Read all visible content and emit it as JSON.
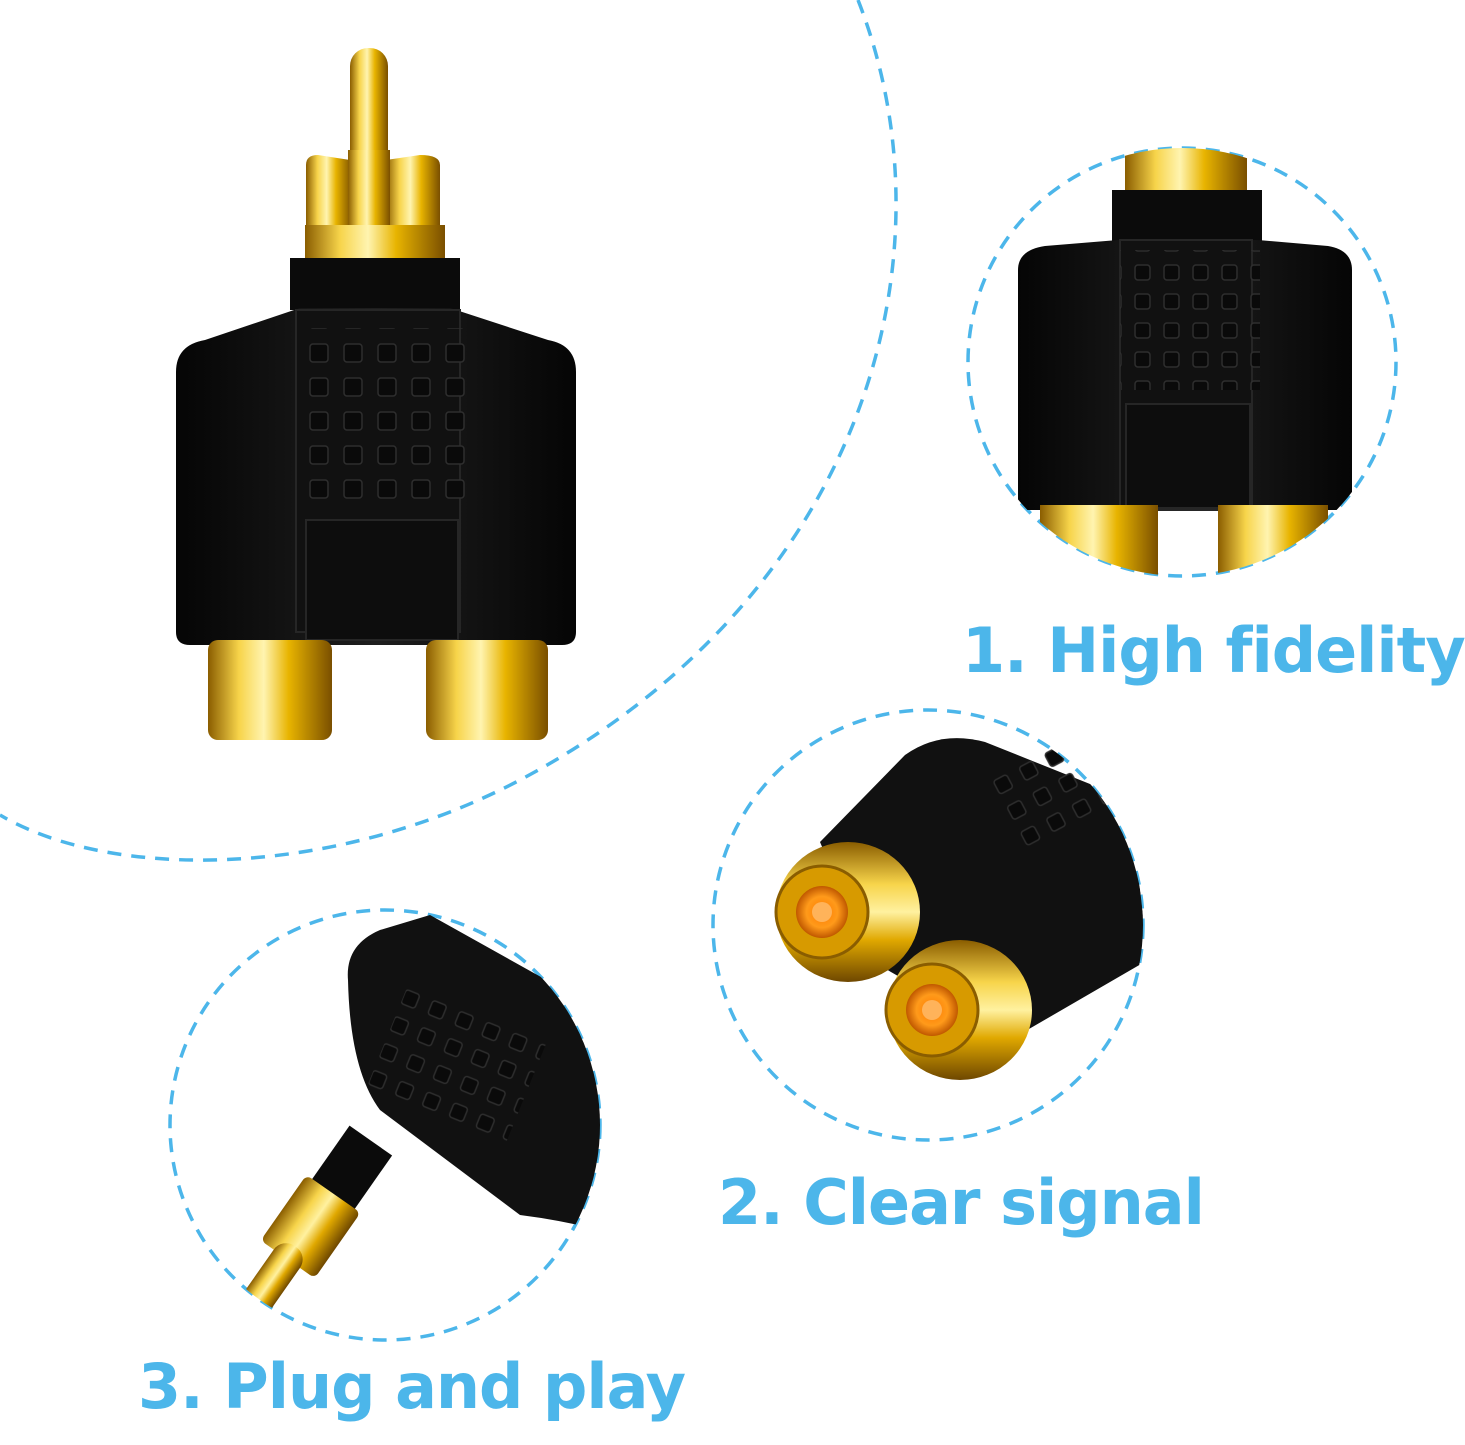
{
  "colors": {
    "accent": "#4cb6ea",
    "adapter_body": "#141414",
    "gold": "#e8b400",
    "background": "#ffffff"
  },
  "product_image": {
    "subject": "RCA Y splitter adapter, 1 male to 2 female, gold-plated, black housing"
  },
  "features": [
    {
      "label": "1. High fidelity"
    },
    {
      "label": "2. Clear signal"
    },
    {
      "label": "3. Plug and play"
    }
  ]
}
